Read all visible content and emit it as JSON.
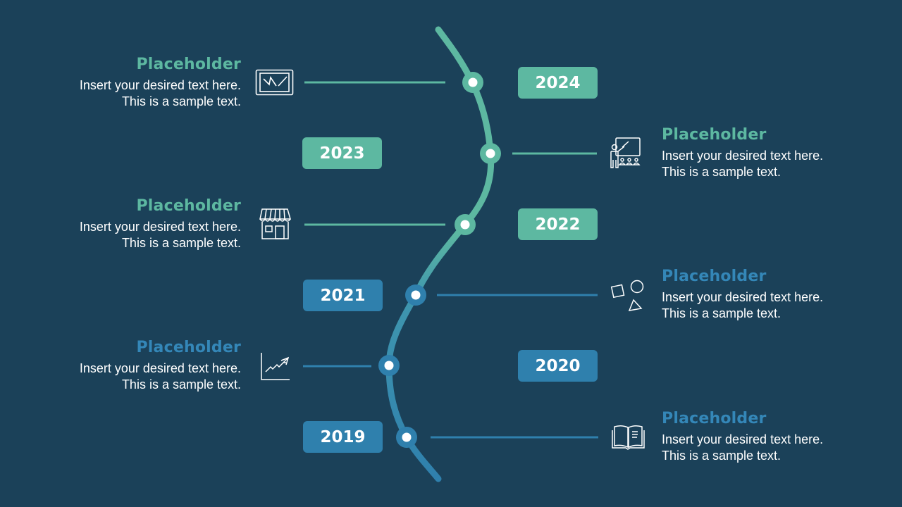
{
  "colors": {
    "background": "#1b4159",
    "teal": "#5db8a1",
    "blue": "#2f80ad",
    "white": "#ffffff"
  },
  "milestones": [
    {
      "year": "2024",
      "side": "left",
      "color": "teal",
      "icon": "drawing-tablet-icon",
      "title": "Placeholder",
      "line1": "Insert your desired text here.",
      "line2": "This is a sample text."
    },
    {
      "year": "2023",
      "side": "right",
      "color": "teal",
      "icon": "presentation-teacher-icon",
      "title": "Placeholder",
      "line1": "Insert your desired text here.",
      "line2": "This is a sample text."
    },
    {
      "year": "2022",
      "side": "left",
      "color": "teal",
      "icon": "storefront-icon",
      "title": "Placeholder",
      "line1": "Insert your desired text here.",
      "line2": "This is a sample text."
    },
    {
      "year": "2021",
      "side": "right",
      "color": "blue",
      "icon": "shapes-icon",
      "title": "Placeholder",
      "line1": "Insert your desired text here.",
      "line2": "This is a sample text."
    },
    {
      "year": "2020",
      "side": "left",
      "color": "blue",
      "icon": "growth-chart-icon",
      "title": "Placeholder",
      "line1": "Insert your desired text here.",
      "line2": "This is a sample text."
    },
    {
      "year": "2019",
      "side": "right",
      "color": "blue",
      "icon": "open-book-icon",
      "title": "Placeholder",
      "line1": "Insert your desired text here.",
      "line2": "This is a sample text."
    }
  ]
}
